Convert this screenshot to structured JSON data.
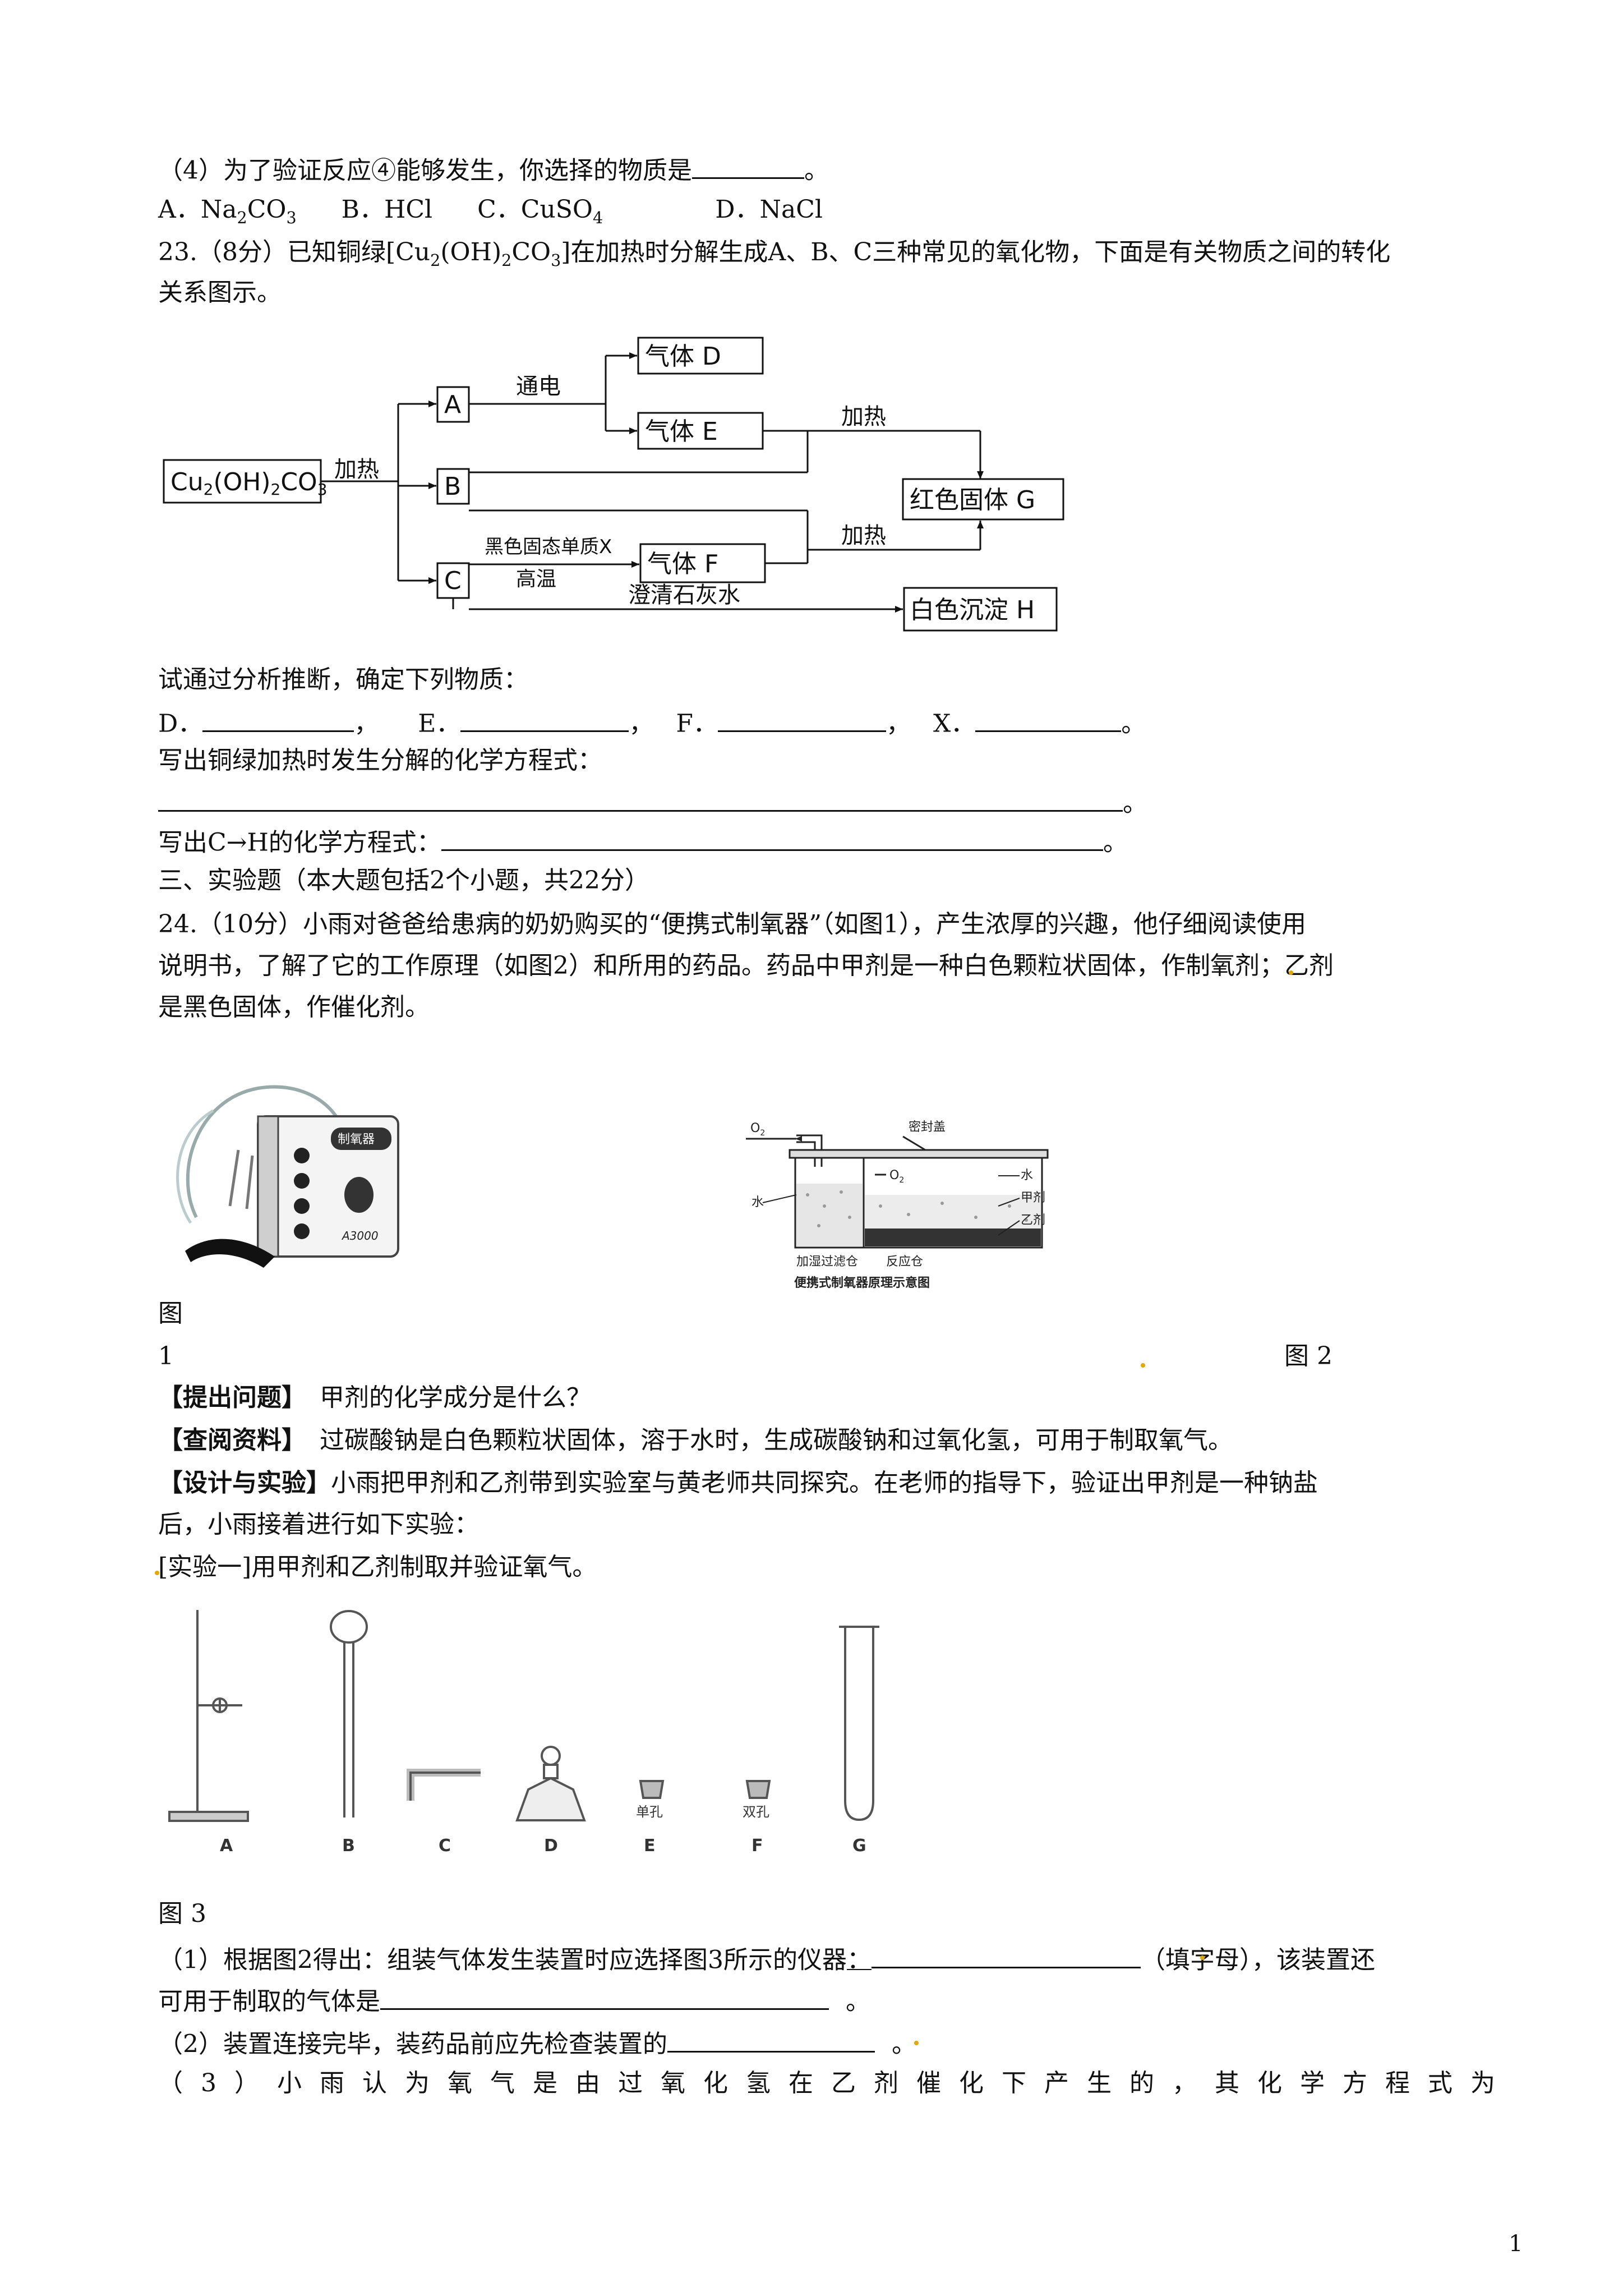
{
  "q22_4": {
    "stem_a": "（4）为了验证反应④能够发生，你选择的物质是",
    "stem_end": "。",
    "opt_a_pre": "A．Na",
    "opt_a_sub1": "2",
    "opt_a_mid": "CO",
    "opt_a_sub2": "3",
    "opt_b": "B．HCl",
    "opt_c_pre": "C．CuSO",
    "opt_c_sub": "4",
    "opt_d": "D．NaCl"
  },
  "q23": {
    "intro_a": "23.（8分）已知铜绿[Cu",
    "intro_sub1": "2",
    "intro_b": "(OH)",
    "intro_sub2": "2",
    "intro_c": "CO",
    "intro_sub3": "3",
    "intro_d": "]在加热时分解生成A、B、C三种常见的氧化物，下面是有关物质之间的转化",
    "intro_line2": "关系图示。",
    "diagram": {
      "start_pre": "Cu",
      "start_sub1": "2",
      "start_mid": "(OH)",
      "start_sub2": "2",
      "start_end": "CO",
      "start_sub3": "3",
      "heat1": "加热",
      "node_a": "A",
      "node_b": "B",
      "node_c": "C",
      "electrolysis": "通电",
      "gas_d": "气体 D",
      "gas_e": "气体 E",
      "heat2": "加热",
      "red_solid": "红色固体 G",
      "heat3": "加热",
      "black_x": "黑色固态单质X",
      "high_temp": "高温",
      "gas_f": "气体 F",
      "limewater": "澄清石灰水",
      "white_ppt": "白色沉淀 H"
    },
    "infer": "试通过分析推断，确定下列物质：",
    "label_d": "D．",
    "label_e": "E．",
    "label_f": "F．",
    "label_x": "X．",
    "sep": "，",
    "end": "。",
    "eq1_prompt": "写出铜绿加热时发生分解的化学方程式：",
    "eq2_prompt": "写出C→H的化学方程式："
  },
  "sec3": {
    "heading": "三、实验题（本大题包括2个小题，共22分）"
  },
  "q24": {
    "intro_1": "24.（10分）小雨对爸爸给患病的奶奶购买的“便携式制氧器”（如图1），产生浓厚的兴趣，他仔细阅读使用",
    "intro_2": "说明书，了解了它的工作原理（如图2）和所用的药品。药品中甲剂是一种白色颗粒状固体，作制氧剂；乙剂",
    "intro_3": "是黑色固体，作催化剂。",
    "device_brand": "制氧器",
    "device_model": "A3000",
    "fig2_o2": "O",
    "fig2_o2_sub": "2",
    "fig2_lid": "密封盖",
    "fig2_water_l": "水",
    "fig2_water_r": "水",
    "fig2_jia": "甲剂",
    "fig2_yi": "乙剂",
    "fig2_o2_inner": "O",
    "fig2_o2_inner_sub": "2",
    "fig2_cap1": "加湿过滤仓",
    "fig2_cap2": "反应仓",
    "fig2_caption": "便携式制氧器原理示意图",
    "fig1_label_a": "图",
    "fig1_label_b": "1",
    "fig2_label": "图 2",
    "q_label": "【提出问题】",
    "q_text": "甲剂的化学成分是什么？",
    "ref_label": "【查阅资料】",
    "ref_text": "过碳酸钠是白色颗粒状固体，溶于水时，生成碳酸钠和过氧化氢，可用于制取氧气。",
    "design_label": "【设计与实验】",
    "design_text": "小雨把甲剂和乙剂带到实验室与黄老师共同探究。在老师的指导下，验证出甲剂是一种钠盐",
    "design_text2": "后，小雨接着进行如下实验：",
    "exp1": "[实验一]用甲剂和乙剂制取并验证氧气。",
    "app_labels": [
      "A",
      "B",
      "C",
      "D",
      "E",
      "F",
      "G"
    ],
    "stopper_single": "单孔",
    "stopper_double": "双孔",
    "fig3_label": "图 3",
    "s1_a": "（1）根据图2得出：组装气体发生装置时应选择图3所示的仪器",
    "s1_colon": "：",
    "s1_b": "（填字母），该装置还",
    "s1_c": "可用于制取的气体是",
    "s1_end": "。",
    "s2_a": "（2）装置连接完毕，装药品前应先检查装置的",
    "s2_end": "。",
    "s3": "（3）小雨认为氧气是由过氧化氢在乙剂催化下产生的，其化学方程式为"
  },
  "page_number": "1"
}
